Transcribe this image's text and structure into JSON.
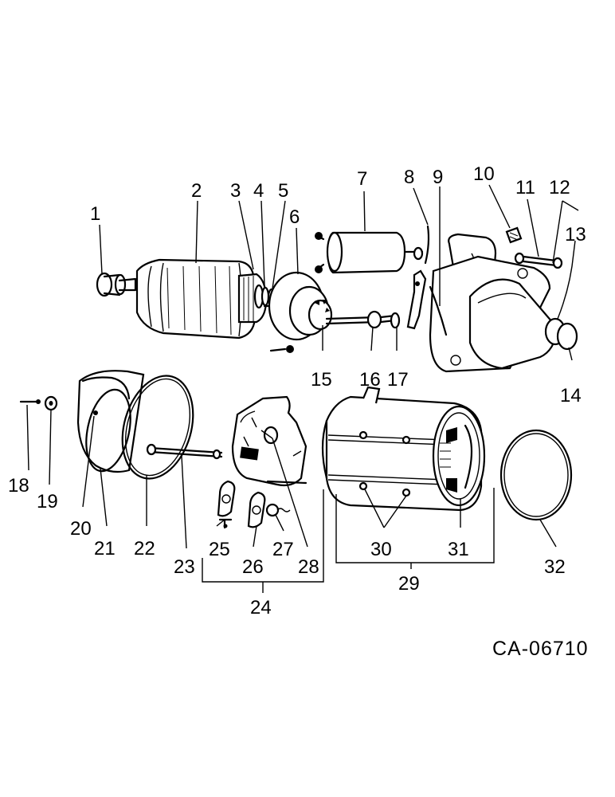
{
  "reference": "CA-06710",
  "callouts": [
    {
      "id": "1",
      "text": "1"
    },
    {
      "id": "2",
      "text": "2"
    },
    {
      "id": "3",
      "text": "3"
    },
    {
      "id": "4",
      "text": "4"
    },
    {
      "id": "5",
      "text": "5"
    },
    {
      "id": "6",
      "text": "6"
    },
    {
      "id": "7",
      "text": "7"
    },
    {
      "id": "8",
      "text": "8"
    },
    {
      "id": "9",
      "text": "9"
    },
    {
      "id": "10",
      "text": "10"
    },
    {
      "id": "11",
      "text": "11"
    },
    {
      "id": "12",
      "text": "12"
    },
    {
      "id": "13",
      "text": "13"
    },
    {
      "id": "14",
      "text": "14"
    },
    {
      "id": "15",
      "text": "15"
    },
    {
      "id": "16",
      "text": "16"
    },
    {
      "id": "17",
      "text": "17"
    },
    {
      "id": "18",
      "text": "18"
    },
    {
      "id": "19",
      "text": "19"
    },
    {
      "id": "20",
      "text": "20"
    },
    {
      "id": "21",
      "text": "21"
    },
    {
      "id": "22",
      "text": "22"
    },
    {
      "id": "23",
      "text": "23"
    },
    {
      "id": "24",
      "text": "24"
    },
    {
      "id": "25",
      "text": "25"
    },
    {
      "id": "26",
      "text": "26"
    },
    {
      "id": "27",
      "text": "27"
    },
    {
      "id": "28",
      "text": "28"
    },
    {
      "id": "29",
      "text": "29"
    },
    {
      "id": "30",
      "text": "30"
    },
    {
      "id": "31",
      "text": "31"
    },
    {
      "id": "32",
      "text": "32"
    }
  ]
}
